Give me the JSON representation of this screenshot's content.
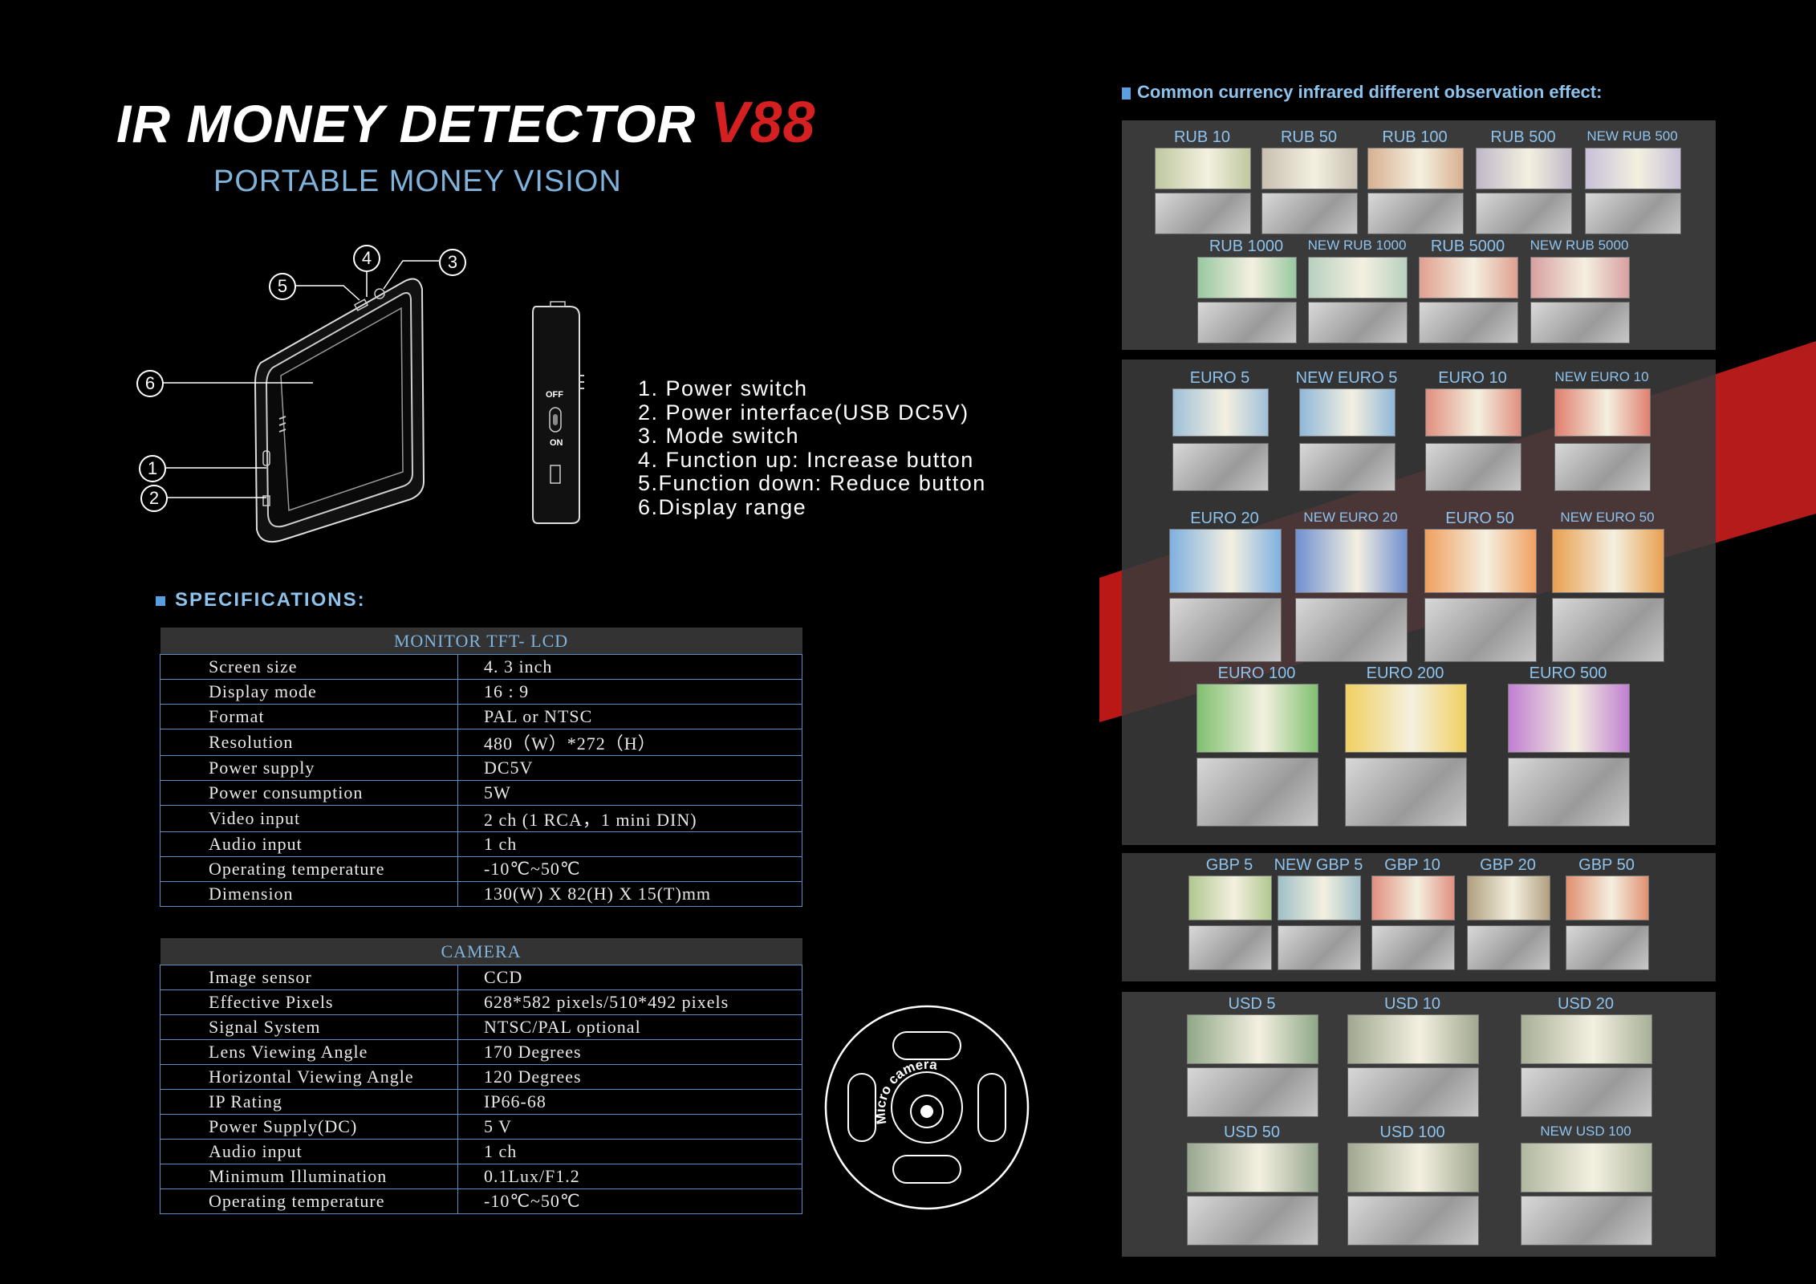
{
  "header": {
    "title": "IR MONEY DETECTOR",
    "model": "V88",
    "subtitle": "PORTABLE MONEY VISION"
  },
  "device": {
    "callouts": [
      "1",
      "2",
      "3",
      "4",
      "5",
      "6"
    ],
    "switch_off": "OFF",
    "switch_on": "ON"
  },
  "features": [
    "1. Power switch",
    "2. Power interface(USB DC5V)",
    "3. Mode switch",
    "4. Function up: Increase button",
    "5.Function down: Reduce button",
    "6.Display range"
  ],
  "specs": {
    "heading": "SPECIFICATIONS:",
    "monitor": {
      "title": "MONITOR TFT- LCD",
      "rows": [
        [
          "Screen size",
          "4. 3 inch"
        ],
        [
          "Display mode",
          "16 : 9"
        ],
        [
          "Format",
          "PAL or NTSC"
        ],
        [
          "Resolution",
          "480（W）*272（H）"
        ],
        [
          "Power supply",
          "DC5V"
        ],
        [
          "Power consumption",
          "5W"
        ],
        [
          "Video input",
          "2 ch (1 RCA，1 mini DIN)"
        ],
        [
          "Audio input",
          "1 ch"
        ],
        [
          "Operating temperature",
          "-10℃~50℃"
        ],
        [
          "Dimension",
          "130(W) X 82(H) X 15(T)mm"
        ]
      ]
    },
    "camera": {
      "title": "CAMERA",
      "rows": [
        [
          "Image sensor",
          "CCD"
        ],
        [
          "Effective Pixels",
          "628*582 pixels/510*492 pixels"
        ],
        [
          "Signal System",
          "NTSC/PAL optional"
        ],
        [
          "Lens Viewing Angle",
          "170 Degrees"
        ],
        [
          "Horizontal Viewing Angle",
          "120 Degrees"
        ],
        [
          "IP Rating",
          "IP66-68"
        ],
        [
          "Power Supply(DC)",
          "5 V"
        ],
        [
          "Audio input",
          "1 ch"
        ],
        [
          "Minimum Illumination",
          "0.1Lux/F1.2"
        ],
        [
          "Operating temperature",
          "-10℃~50℃"
        ]
      ]
    }
  },
  "camera_diagram": {
    "label": "Micro camera"
  },
  "gallery": {
    "heading": "Common currency infrared different observation effect:",
    "rub": [
      [
        "RUB 10",
        "RUB 50",
        "RUB 100",
        "RUB 500",
        "NEW RUB 500"
      ],
      [
        "RUB 1000",
        "NEW RUB 1000",
        "RUB 5000",
        "NEW RUB 5000"
      ]
    ],
    "euro": [
      [
        "EURO 5",
        "NEW EURO 5",
        "EURO 10",
        "NEW EURO 10"
      ],
      [
        "EURO 20",
        "NEW EURO 20",
        "EURO 50",
        "NEW EURO 50"
      ],
      [
        "EURO 100",
        "EURO 200",
        "EURO 500"
      ]
    ],
    "gbp": [
      [
        "GBP 5",
        "NEW GBP 5",
        "GBP 10",
        "GBP 20",
        "GBP 50"
      ]
    ],
    "usd": [
      [
        "USD 5",
        "USD 10",
        "USD 20"
      ],
      [
        "USD 50",
        "USD 100",
        "NEW USD 100"
      ]
    ],
    "colors": {
      "accent_red": "#d42020",
      "label_blue": "#8ec3ee",
      "table_border": "#5a8ec4"
    }
  }
}
